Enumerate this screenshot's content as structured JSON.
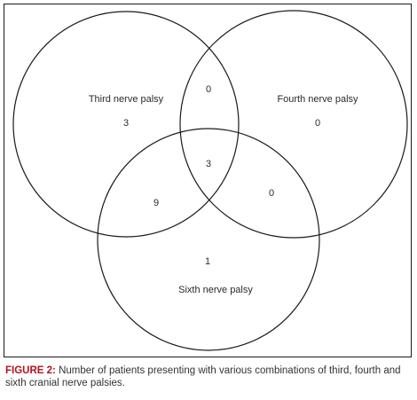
{
  "diagram": {
    "type": "venn",
    "circle_color": "#1a1a1a",
    "sets": [
      {
        "id": "third",
        "label": "Third nerve palsy",
        "only_count": "3"
      },
      {
        "id": "fourth",
        "label": "Fourth nerve palsy",
        "only_count": "0"
      },
      {
        "id": "sixth",
        "label": "Sixth nerve palsy",
        "only_count": "1"
      }
    ],
    "intersections": {
      "third_fourth": "0",
      "third_sixth": "9",
      "fourth_sixth": "0",
      "all_three": "3"
    }
  },
  "caption": {
    "label": "FIGURE 2:",
    "text": " Number of patients presenting with various combinations of third, fourth and sixth cranial nerve palsies.",
    "label_color": "#b3121b"
  }
}
